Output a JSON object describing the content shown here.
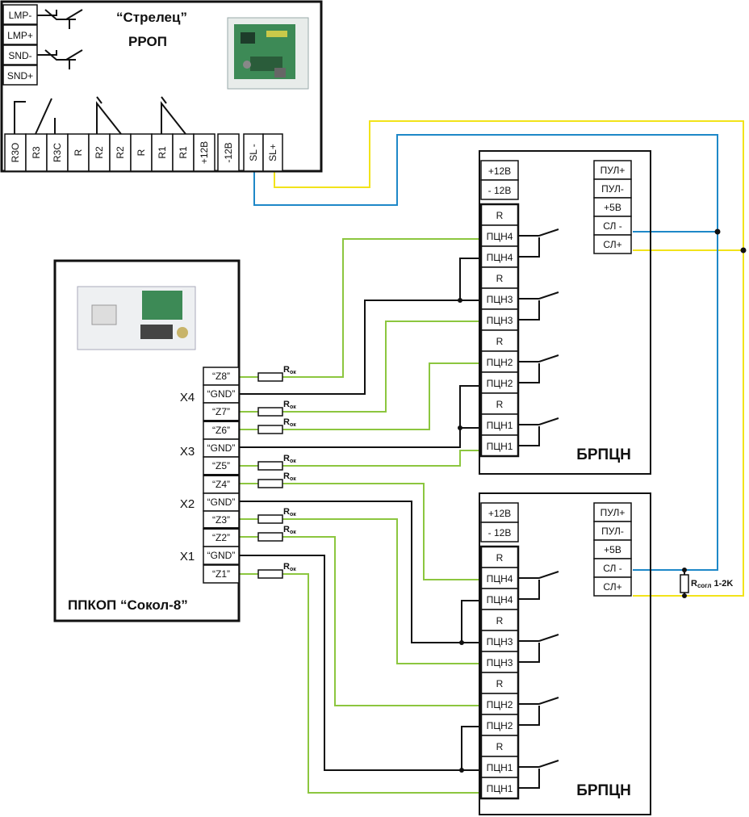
{
  "rrop": {
    "title": "“Стрелец”",
    "subtitle": "РРОП",
    "outputs": [
      "LMP-",
      "LMP+",
      "SND-",
      "SND+"
    ],
    "terminals": [
      "R3O",
      "R3",
      "R3C",
      "R",
      "R2",
      "R2",
      "R",
      "R1",
      "R1",
      "+12В",
      "-12В",
      "SL -",
      "SL+"
    ]
  },
  "ppkop": {
    "title": "ППКОП “Сокол-8”",
    "terminals": [
      "“Z8”",
      "“GND”",
      "“Z7”",
      "“Z6”",
      "“GND”",
      "“Z5”",
      "“Z4”",
      "“GND”",
      "“Z3”",
      "“Z2”",
      "“GND”",
      "“Z1”"
    ],
    "groups": [
      "X4",
      "X3",
      "X2",
      "X1"
    ],
    "resistor_label": "R",
    "resistor_sub": "ок"
  },
  "brpcn_top": {
    "title": "БРПЦН",
    "power": [
      "+12В",
      "- 12В"
    ],
    "relays": [
      "R",
      "ПЦН4",
      "ПЦН4",
      "R",
      "ПЦН3",
      "ПЦН3",
      "R",
      "ПЦН2",
      "ПЦН2",
      "R",
      "ПЦН1",
      "ПЦН1"
    ],
    "bus": [
      "ПУЛ+",
      "ПУЛ-",
      "+5В",
      "СЛ -",
      "СЛ+"
    ]
  },
  "brpcn_bottom": {
    "title": "БРПЦН",
    "power": [
      "+12В",
      "- 12В"
    ],
    "relays": [
      "R",
      "ПЦН4",
      "ПЦН4",
      "R",
      "ПЦН3",
      "ПЦН3",
      "R",
      "ПЦН2",
      "ПЦН2",
      "R",
      "ПЦН1",
      "ПЦН1"
    ],
    "bus": [
      "ПУЛ+",
      "ПУЛ-",
      "+5В",
      "СЛ -",
      "СЛ+"
    ]
  },
  "terminator": {
    "label": "R",
    "sub": "согл",
    "value": "1-2K"
  },
  "colors": {
    "green": "#8cc63f",
    "yellow": "#f2e31a",
    "blue": "#1e88c8",
    "black": "#111111"
  }
}
